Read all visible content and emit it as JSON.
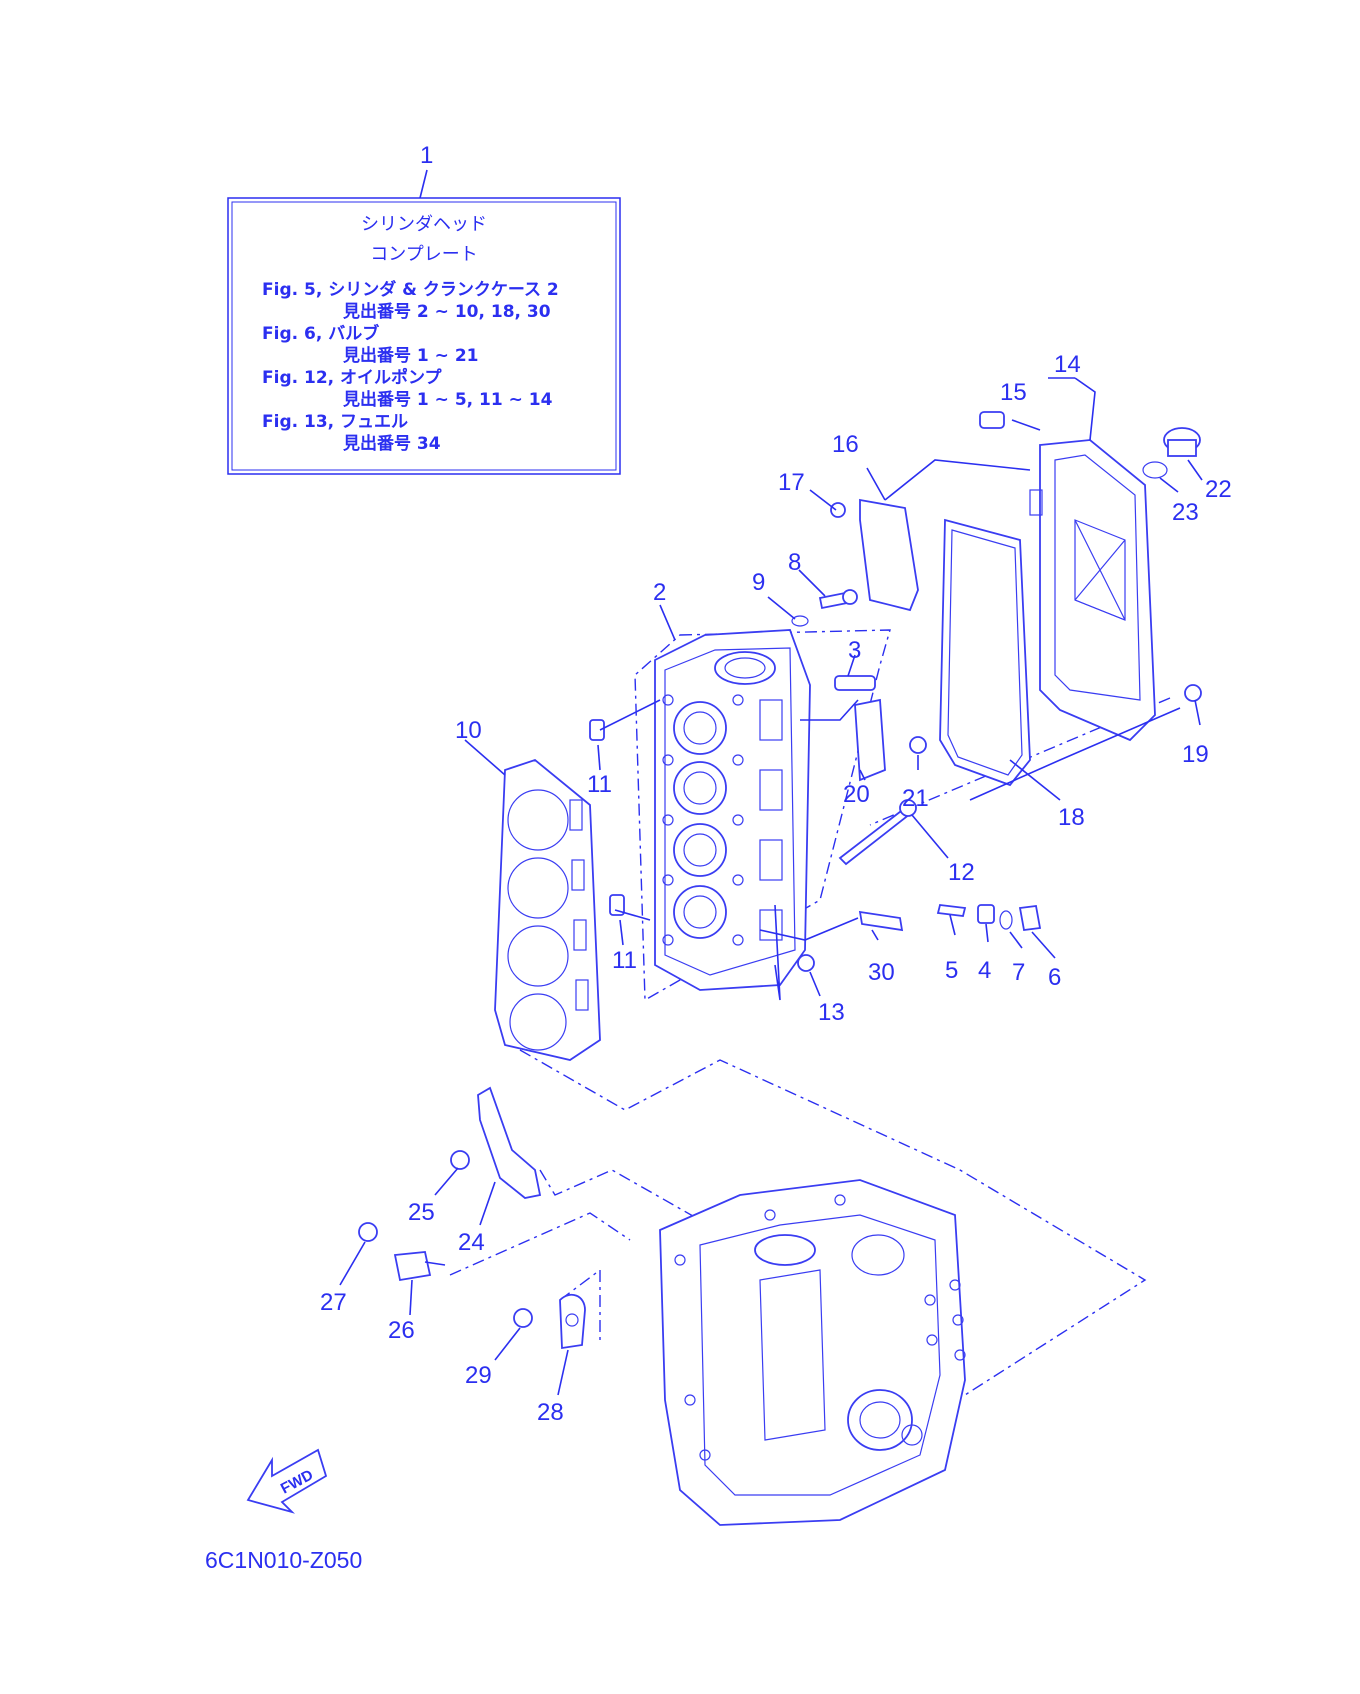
{
  "info_box": {
    "callout": "1",
    "title_line1": "シリンダヘッド",
    "title_line2": "コンプレート",
    "lines": [
      "Fig. 5, シリンダ & クランクケース 2",
      "見出番号 2 ~ 10, 18, 30",
      "Fig. 6, バルブ",
      "見出番号 1 ~ 21",
      "Fig. 12, オイルポンプ",
      "見出番号 1 ~ 5, 11 ~ 14",
      "Fig. 13, フュエル",
      "見出番号 34"
    ]
  },
  "callouts": {
    "c2": "2",
    "c3": "3",
    "c4": "4",
    "c5": "5",
    "c6": "6",
    "c7": "7",
    "c8": "8",
    "c9": "9",
    "c10": "10",
    "c11a": "11",
    "c11b": "11",
    "c12": "12",
    "c13": "13",
    "c14": "14",
    "c15": "15",
    "c16": "16",
    "c17": "17",
    "c18": "18",
    "c19": "19",
    "c20": "20",
    "c21": "21",
    "c22": "22",
    "c23": "23",
    "c24": "24",
    "c25": "25",
    "c26": "26",
    "c27": "27",
    "c28": "28",
    "c29": "29",
    "c30": "30"
  },
  "fwd_label": "FWD",
  "diagram_code": "6C1N010-Z050",
  "colors": {
    "ink": "#2b2ff0",
    "background": "#ffffff"
  }
}
